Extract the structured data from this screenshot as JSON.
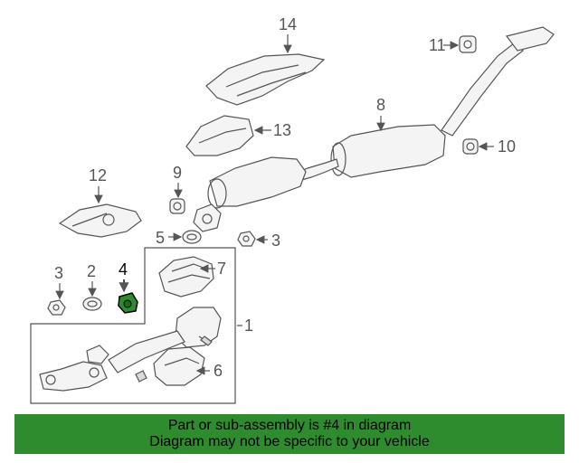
{
  "callouts": {
    "c1": "1",
    "c2": "2",
    "c3a": "3",
    "c3b": "3",
    "c4": "4",
    "c5": "5",
    "c6": "6",
    "c7": "7",
    "c8": "8",
    "c9": "9",
    "c10": "10",
    "c11": "11",
    "c12": "12",
    "c13": "13",
    "c14": "14"
  },
  "highlight": {
    "color": "#2e8b2e",
    "part": "4"
  },
  "banner": {
    "line1": "Part or sub-assembly is #4 in diagram",
    "line2": "Diagram may not be specific to your vehicle",
    "background": "#2e8b2e"
  }
}
